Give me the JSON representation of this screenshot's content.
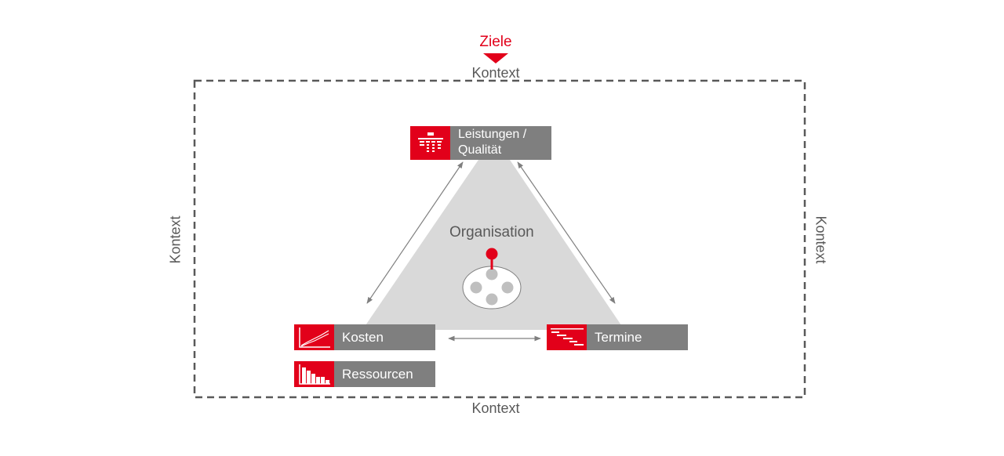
{
  "diagram": {
    "top_label": "Ziele",
    "context_label": "Kontext",
    "center_label": "Organisation",
    "boxes": {
      "leistungen_line1": "Leistungen /",
      "leistungen_line2": "Qualität",
      "kosten": "Kosten",
      "termine": "Termine",
      "ressourcen": "Ressourcen"
    },
    "colors": {
      "accent": "#e2001a",
      "box_gray": "#7f7f7f",
      "triangle_fill": "#d9d9d9",
      "text_gray": "#595959"
    },
    "icons": [
      "structure-chart-icon",
      "cost-curve-icon",
      "gantt-chart-icon",
      "resource-histogram-icon",
      "pin-icon",
      "arrow-down-icon"
    ]
  }
}
